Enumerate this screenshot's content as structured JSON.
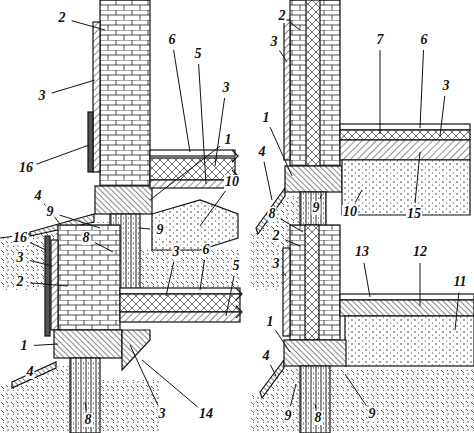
{
  "diagram": {
    "labels": [
      "2",
      "6",
      "5",
      "3",
      "3",
      "16",
      "4",
      "1",
      "10",
      "9",
      "8",
      "9",
      "2",
      "7",
      "6",
      "3",
      "3",
      "1",
      "4",
      "8",
      "9",
      "10",
      "15",
      "16",
      "3",
      "2",
      "1",
      "4",
      "8",
      "3",
      "14",
      "3",
      "6",
      "5",
      "2",
      "3",
      "13",
      "12",
      "11",
      "1",
      "4",
      "9",
      "8",
      "9"
    ]
  }
}
